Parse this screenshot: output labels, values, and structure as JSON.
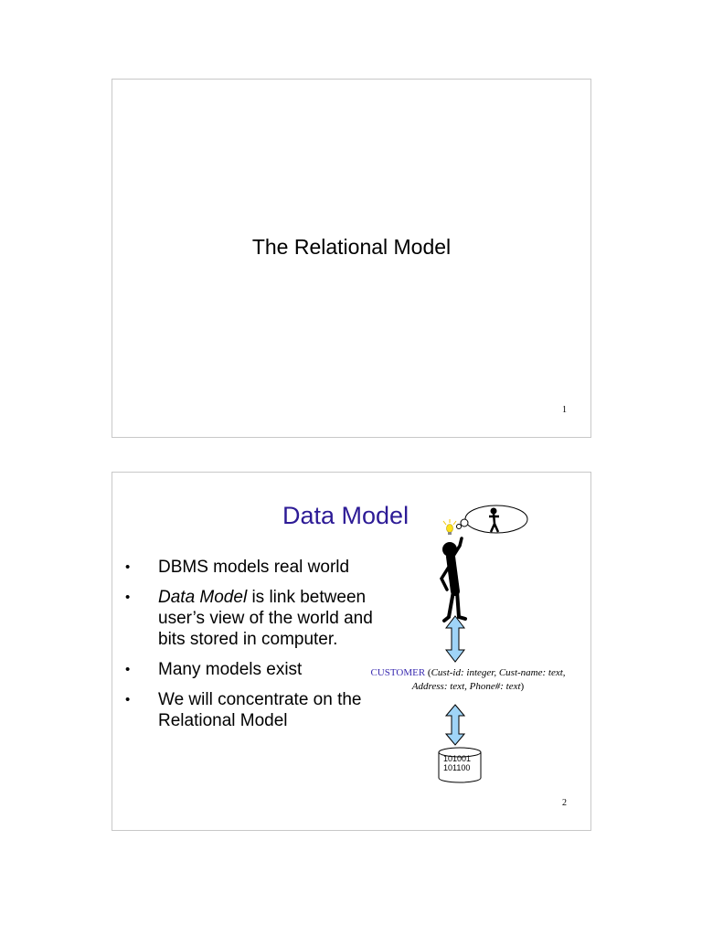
{
  "slide1": {
    "title": "The Relational Model",
    "page_number": "1"
  },
  "slide2": {
    "title": "Data Model",
    "bullets": [
      {
        "pre": "",
        "em": "",
        "post": "DBMS models real world"
      },
      {
        "pre": "",
        "em": "Data Model",
        "post": " is link between user’s view of the world and bits stored in computer."
      },
      {
        "pre": "",
        "em": "",
        "post": "Many models exist"
      },
      {
        "pre": "",
        "em": "",
        "post": "We will concentrate on the Relational Model"
      }
    ],
    "bullet_glyph": "•",
    "diagram": {
      "entity": "CUSTOMER",
      "schema_open": " (",
      "attributes": "Cust-id: integer, Cust-name: text, Address: text, Phone#: text",
      "schema_close": ")",
      "db_bits_line1": "101001",
      "db_bits_line2": "101100",
      "icons": [
        "thinking-person-icon",
        "lightbulb-icon",
        "double-arrow-icon",
        "database-cylinder-icon"
      ],
      "arrow_color": "#9fd4f7",
      "entity_color": "#3a2bb0"
    },
    "page_number": "2",
    "title_color": "#2d1b96"
  }
}
